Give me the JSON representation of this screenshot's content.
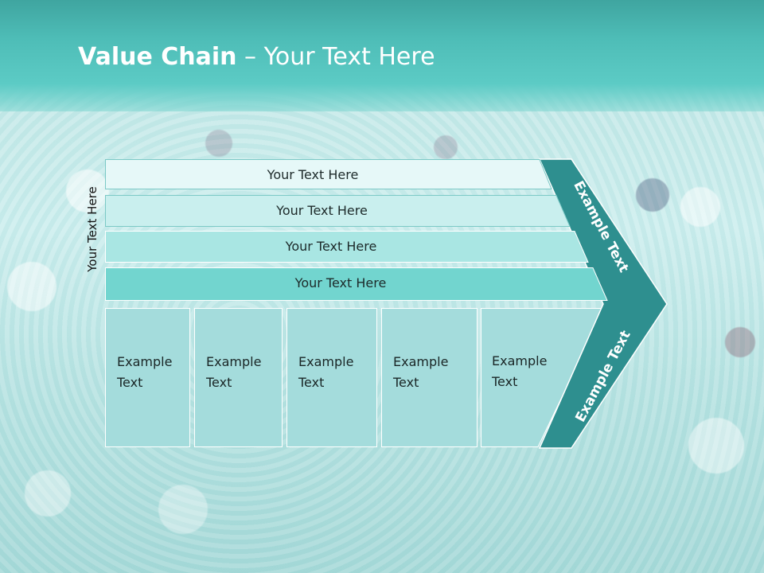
{
  "title": {
    "bold": "Value Chain",
    "rest": " – Your Text Here"
  },
  "side_label": "Your Text Here",
  "bars": [
    {
      "label": "Your Text Here",
      "color": "#e6f8f8"
    },
    {
      "label": "Your Text Here",
      "color": "#c9efee"
    },
    {
      "label": "Your Text Here",
      "color": "#a9e6e3"
    },
    {
      "label": "Your Text Here",
      "color": "#72d5cf"
    }
  ],
  "columns": [
    {
      "line1": "Example",
      "line2": "Text"
    },
    {
      "line1": "Example",
      "line2": "Text"
    },
    {
      "line1": "Example",
      "line2": "Text"
    },
    {
      "line1": "Example",
      "line2": "Text"
    },
    {
      "line1": "Example",
      "line2": "Text"
    }
  ],
  "chevron": {
    "upper": "Example Text",
    "lower": "Example Text",
    "color": "#2e8f8f"
  },
  "colors": {
    "header": "#4ebdb7",
    "column_fill": "#a4dcdc"
  }
}
